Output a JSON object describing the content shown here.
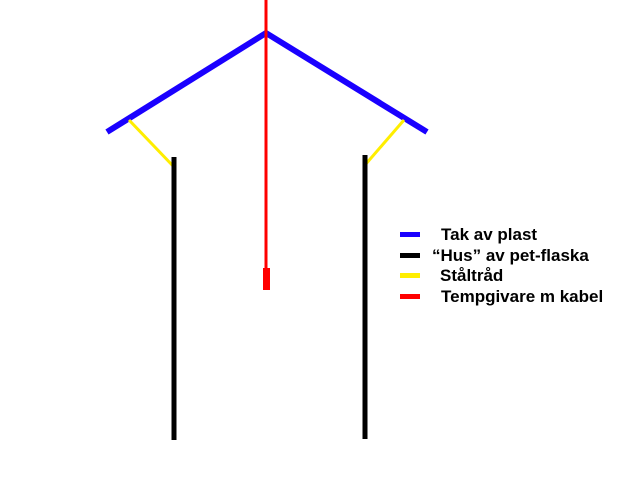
{
  "colors": {
    "background": "#ffffff",
    "roof": "#1a00ff",
    "house": "#000000",
    "wire": "#ffee00",
    "sensor": "#ff0000"
  },
  "legend": [
    {
      "label": "Tak av plast",
      "color": "#1a00ff"
    },
    {
      "label": "“Hus” av pet-flaska",
      "color": "#000000"
    },
    {
      "label": "Ståltråd",
      "color": "#ffee00"
    },
    {
      "label": "Tempgivare m kabel",
      "color": "#ff0000"
    }
  ]
}
